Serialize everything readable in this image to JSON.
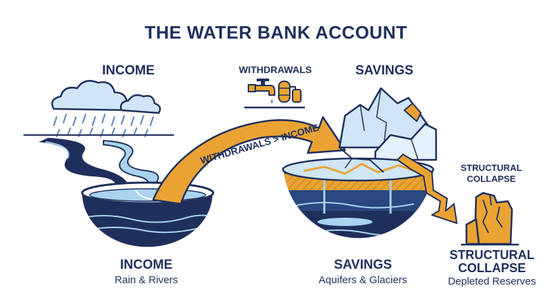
{
  "title": "THE WATER BANK ACCOUNT",
  "income": {
    "top_label": "INCOME",
    "bottom_label": "INCOME",
    "subtitle": "Rain & Rivers"
  },
  "withdrawals": {
    "label": "WITHDRAWALS",
    "arrow_text": "WITHDRAWALS > INCOME"
  },
  "savings": {
    "top_label": "SAVINGS",
    "bottom_label": "SAVINGS",
    "subtitle": "Aquifers & Glaciers"
  },
  "collapse": {
    "top_line1": "STRUCTURAL",
    "top_line2": "COLLAPSE",
    "bottom_line1": "STRUCTURAL",
    "bottom_line2": "COLLAPSE",
    "subtitle": "Depleted Reserves"
  },
  "colors": {
    "navy": "#1f2f5c",
    "orange": "#eaa333",
    "light_blue": "#a9d3ee",
    "sky": "#cfe6f6"
  },
  "icons": [
    "cloud-icon",
    "rain-icon",
    "river-icon",
    "faucet-icon",
    "water-tank-icon",
    "glacier-icon",
    "collapsed-pillar-icon"
  ]
}
